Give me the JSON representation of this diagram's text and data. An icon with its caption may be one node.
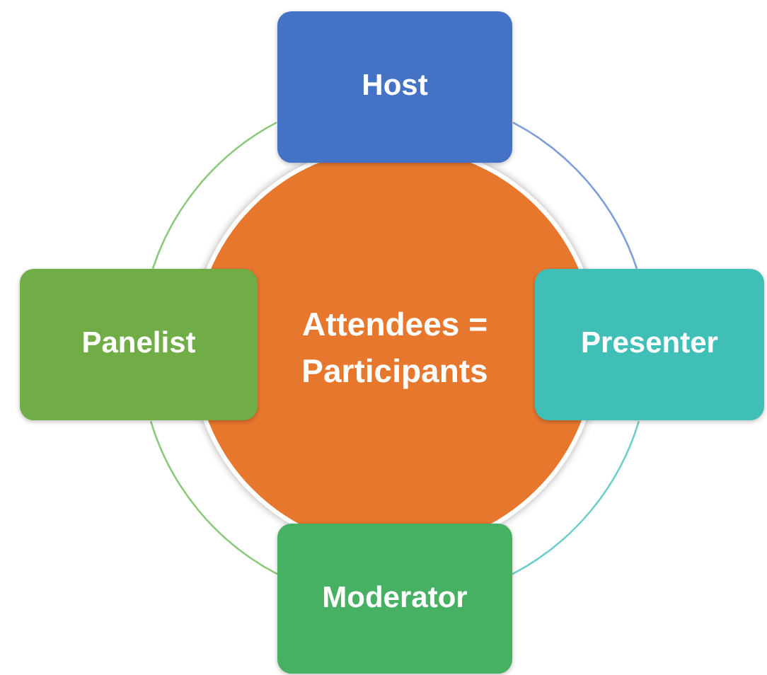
{
  "diagram": {
    "nodes": [
      {
        "text": [
          "Host"
        ]
      },
      {
        "text": [
          "Panelist"
        ]
      },
      {
        "text": [
          "Attendees = Participants"
        ]
      },
      {
        "text": [
          "Presenter"
        ]
      },
      {
        "text": [
          "Moderator"
        ]
      }
    ],
    "edges": [
      {
        "from": 1,
        "to": 0,
        "arrow": "none",
        "color": "#8cc97a"
      },
      {
        "from": 0,
        "to": 3,
        "arrow": "none",
        "color": "#7f9fd8"
      },
      {
        "from": 3,
        "to": 4,
        "arrow": "none",
        "color": "#6fcfc8"
      },
      {
        "from": 4,
        "to": 1,
        "arrow": "none",
        "color": "#8cc97a"
      }
    ]
  }
}
